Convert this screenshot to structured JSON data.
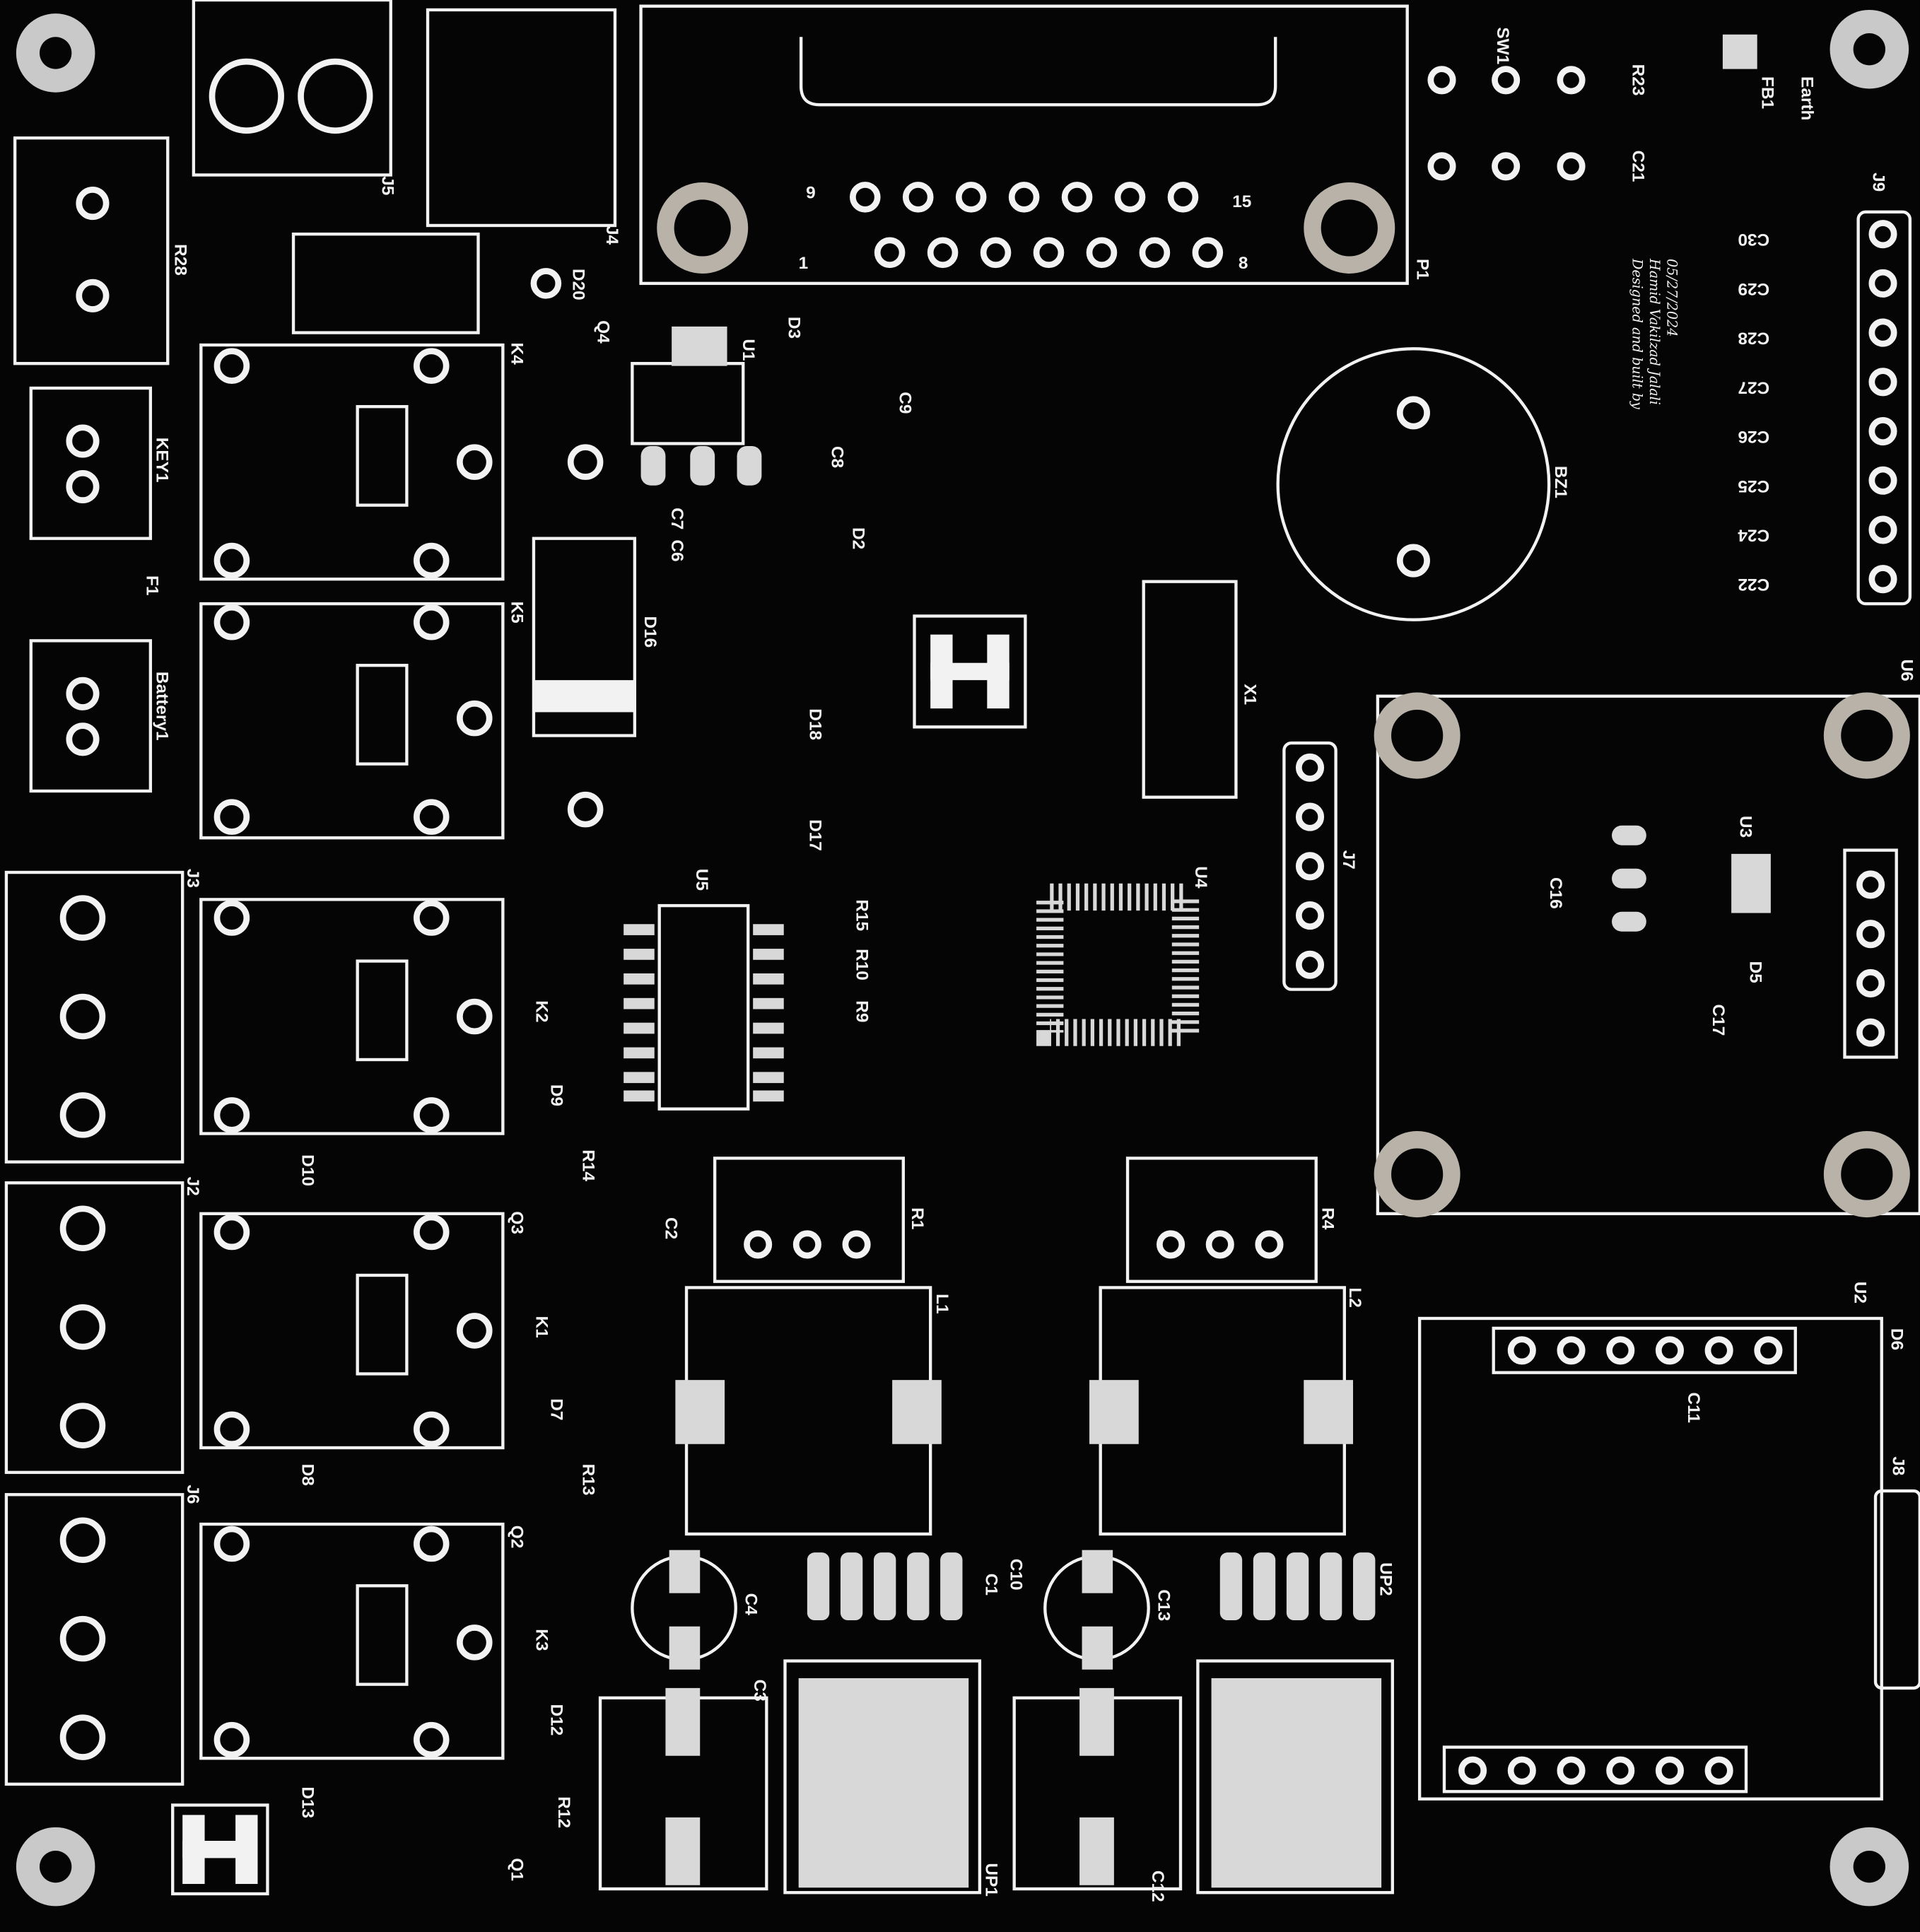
{
  "board": {
    "colors": {
      "solder_mask": "#050505",
      "silkscreen": "#f2f2f2",
      "pad": "#c9c9c9",
      "copper_ring": "#b8b2a8"
    },
    "signature": [
      "Designed and built by",
      "Hamid Vakilzad Jalali",
      "05/27/2024"
    ],
    "labels": [
      "SW1",
      "R23",
      "C21",
      "FB1",
      "Earth",
      "J9",
      "C30",
      "C29",
      "C28",
      "C27",
      "C26",
      "C25",
      "C24",
      "C22",
      "BZ1",
      "U6",
      "X1",
      "J7",
      "U3",
      "C16",
      "D5",
      "C17",
      "U2",
      "D6",
      "C11",
      "J8",
      "R1",
      "R4",
      "L1",
      "L2",
      "C2",
      "U5",
      "R15",
      "R10",
      "R9",
      "U4",
      "D18",
      "D17",
      "D2",
      "D3",
      "U1",
      "C9",
      "C8",
      "C7",
      "C6",
      "D16",
      "D20",
      "Q4",
      "K4",
      "K5",
      "KEY1",
      "F1",
      "Battery1",
      "R28",
      "J5",
      "J4",
      "P1",
      "1",
      "9",
      "15",
      "8",
      "J3",
      "K2",
      "D9",
      "D10",
      "R14",
      "Q3",
      "J2",
      "K1",
      "D7",
      "D8",
      "R13",
      "Q2",
      "J6",
      "K3",
      "D12",
      "D13",
      "R12",
      "Q1",
      "C4",
      "C3",
      "UP1",
      "C1",
      "C10",
      "C13",
      "C12",
      "UP2"
    ]
  }
}
